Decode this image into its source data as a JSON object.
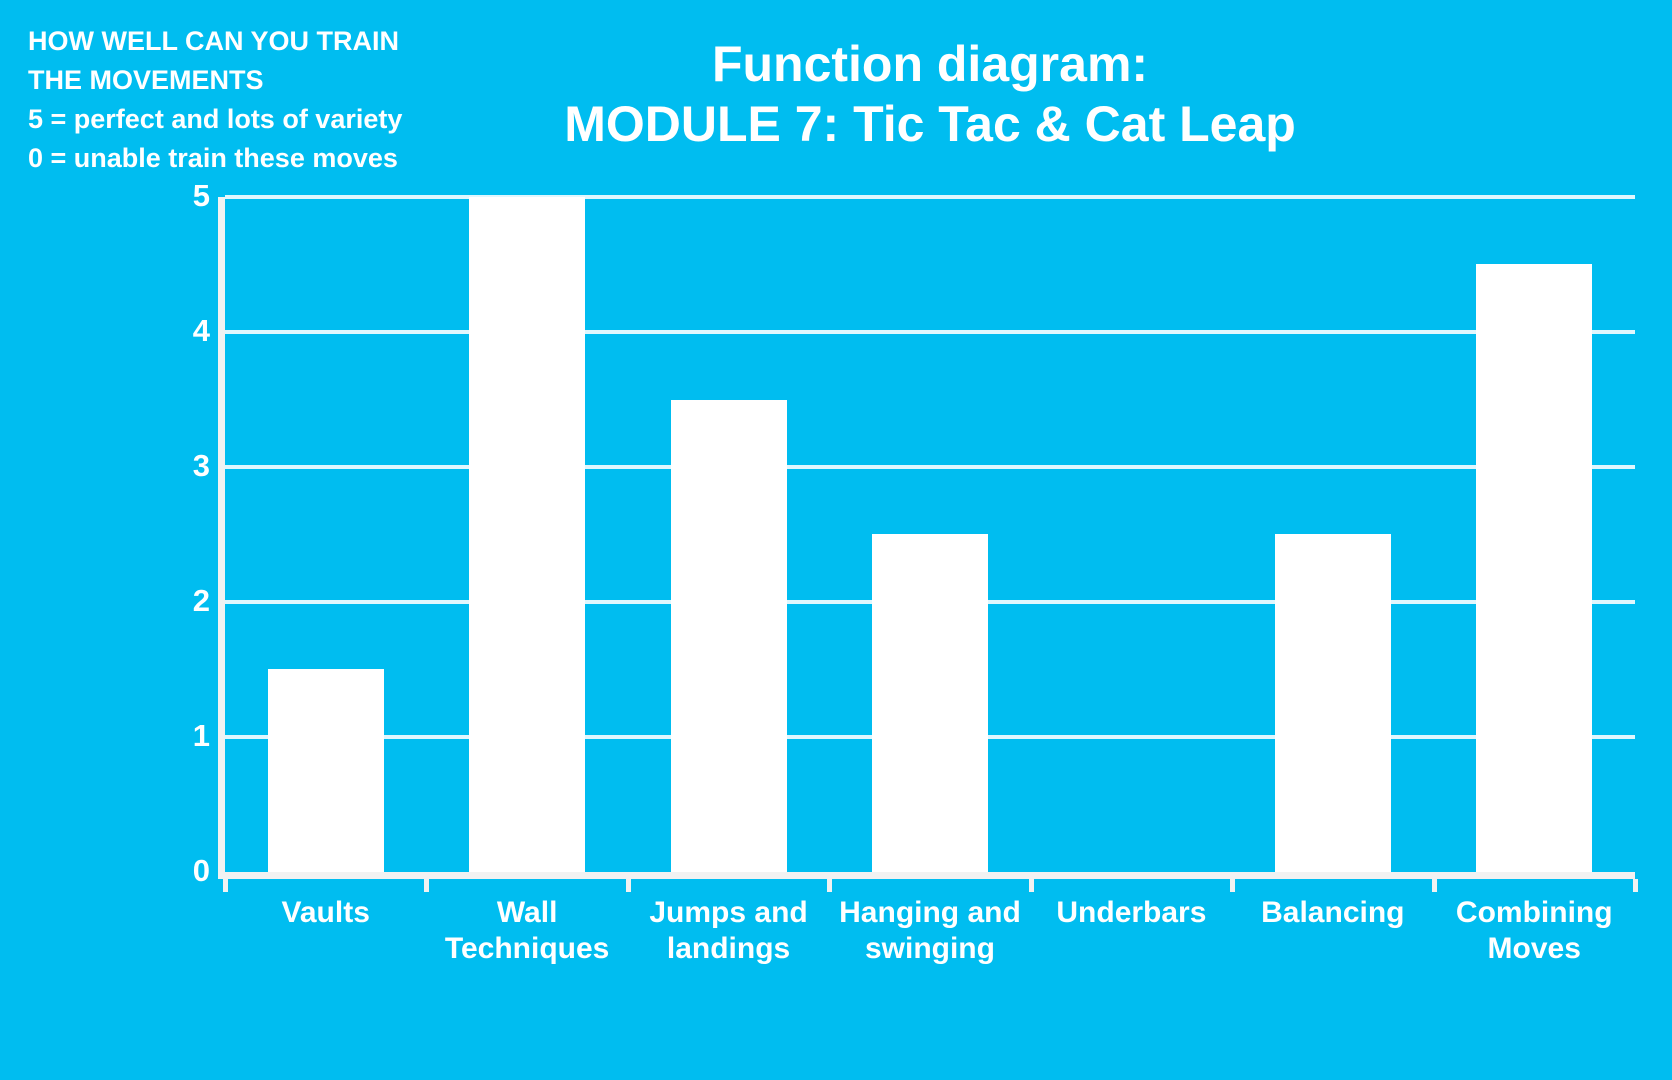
{
  "annotation": {
    "lines": [
      "HOW WELL CAN YOU TRAIN",
      "THE MOVEMENTS",
      "5 = perfect and lots of variety",
      "0 = unable train these moves"
    ]
  },
  "title": {
    "line1": "Function diagram:",
    "line2": "MODULE 7: Tic Tac & Cat Leap"
  },
  "chart_data": {
    "type": "bar",
    "title": "Function diagram: MODULE 7: Tic Tac & Cat Leap",
    "categories": [
      "Vaults",
      "Wall Techniques",
      "Jumps and landings",
      "Hanging and swinging",
      "Underbars",
      "Balancing",
      "Combining Moves"
    ],
    "values": [
      1.5,
      5,
      3.5,
      2.5,
      0,
      2.5,
      4.5
    ],
    "xlabel": "",
    "ylabel": "",
    "ylim": [
      0,
      5
    ],
    "yticks": [
      0,
      1,
      2,
      3,
      4,
      5
    ],
    "grid": true,
    "legend": "none",
    "colors": {
      "background": "#00bdf0",
      "bar": "#ffffff",
      "gridline": "#ededed",
      "text": "#ffffff"
    }
  }
}
